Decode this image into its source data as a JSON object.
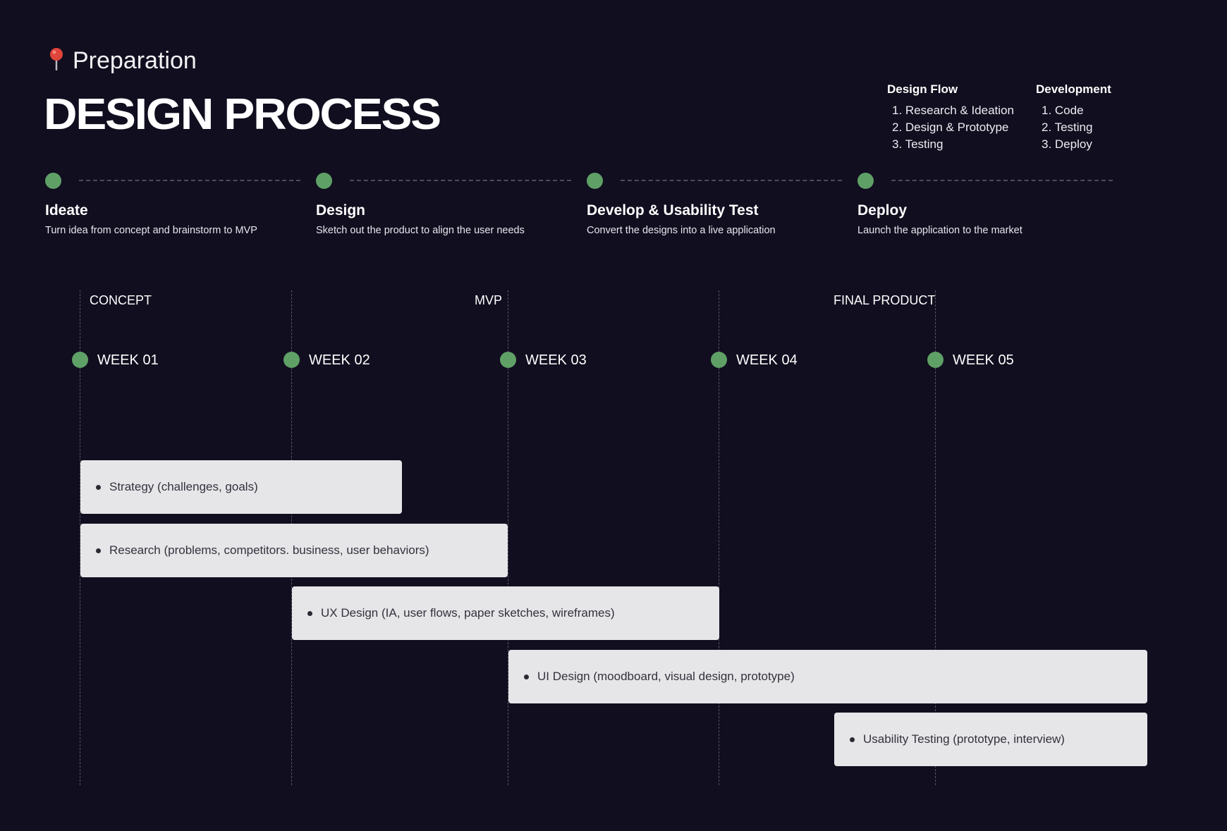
{
  "header": {
    "section_label": "Preparation",
    "title": "DESIGN PROCESS",
    "pin_icon": "map-pin-icon",
    "pin_color": "#e0453b"
  },
  "legend": {
    "design_flow": {
      "heading": "Design Flow",
      "items": [
        "1. Research & Ideation",
        "2. Design & Prototype",
        "3. Testing"
      ]
    },
    "development": {
      "heading": "Development",
      "items": [
        "1. Code",
        "2. Testing",
        "3. Deploy"
      ]
    }
  },
  "phases": [
    {
      "title": "Ideate",
      "description": "Turn idea from concept and brainstorm to MVP"
    },
    {
      "title": "Design",
      "description": "Sketch out the product to align the user needs"
    },
    {
      "title": "Develop & Usability Test",
      "description": "Convert the designs into a live application"
    },
    {
      "title": "Deploy",
      "description": "Launch the application to the market"
    }
  ],
  "milestones": [
    "CONCEPT",
    "MVP",
    "FINAL PRODUCT"
  ],
  "weeks": [
    "WEEK 01",
    "WEEK 02",
    "WEEK 03",
    "WEEK 04",
    "WEEK 05"
  ],
  "tasks": [
    {
      "label": "Strategy (challenges, goals)"
    },
    {
      "label": "Research (problems, competitors. business, user behaviors)"
    },
    {
      "label": "UX Design (IA, user flows, paper sketches, wireframes)"
    },
    {
      "label": "UI Design (moodboard, visual design, prototype)"
    },
    {
      "label": "Usability Testing (prototype, interview)"
    }
  ],
  "colors": {
    "background": "#110e1f",
    "accent_green": "#5fa066",
    "task_bar": "#e6e6e9",
    "task_text": "#33323c"
  }
}
